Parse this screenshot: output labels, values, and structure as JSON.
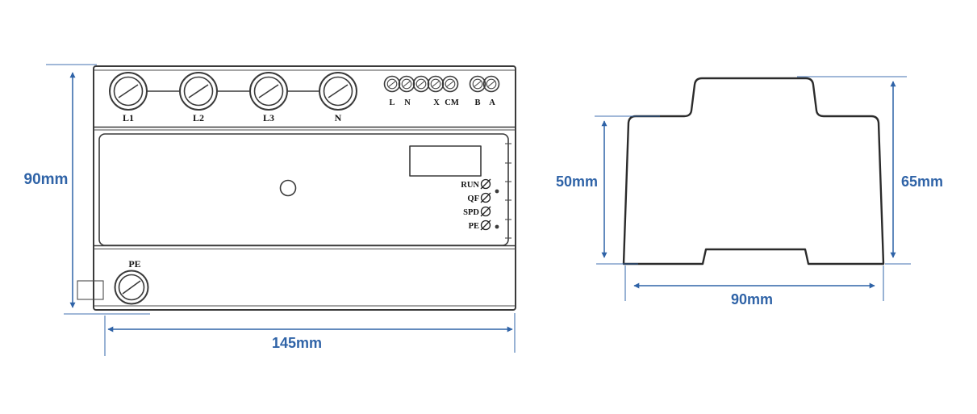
{
  "front_view": {
    "phase_terminals": [
      {
        "label": "L1"
      },
      {
        "label": "L2"
      },
      {
        "label": "L3"
      },
      {
        "label": "N"
      }
    ],
    "aux_terminals": [
      {
        "label": "L"
      },
      {
        "label": "N"
      },
      {
        "label": "X"
      },
      {
        "label": "CM"
      }
    ],
    "comm_terminals": [
      {
        "label": "B"
      },
      {
        "label": "A"
      }
    ],
    "indicators": [
      {
        "label": "RUN"
      },
      {
        "label": "QF"
      },
      {
        "label": "SPD"
      },
      {
        "label": "PE"
      }
    ],
    "ground_label": "PE",
    "dim_height": "90mm",
    "dim_width": "145mm"
  },
  "side_view": {
    "dim_inner_height": "50mm",
    "dim_overall_height": "65mm",
    "dim_width": "90mm"
  },
  "colors": {
    "dimension_blue": "#2f63a7",
    "outline_dark": "#3a3a3a"
  }
}
